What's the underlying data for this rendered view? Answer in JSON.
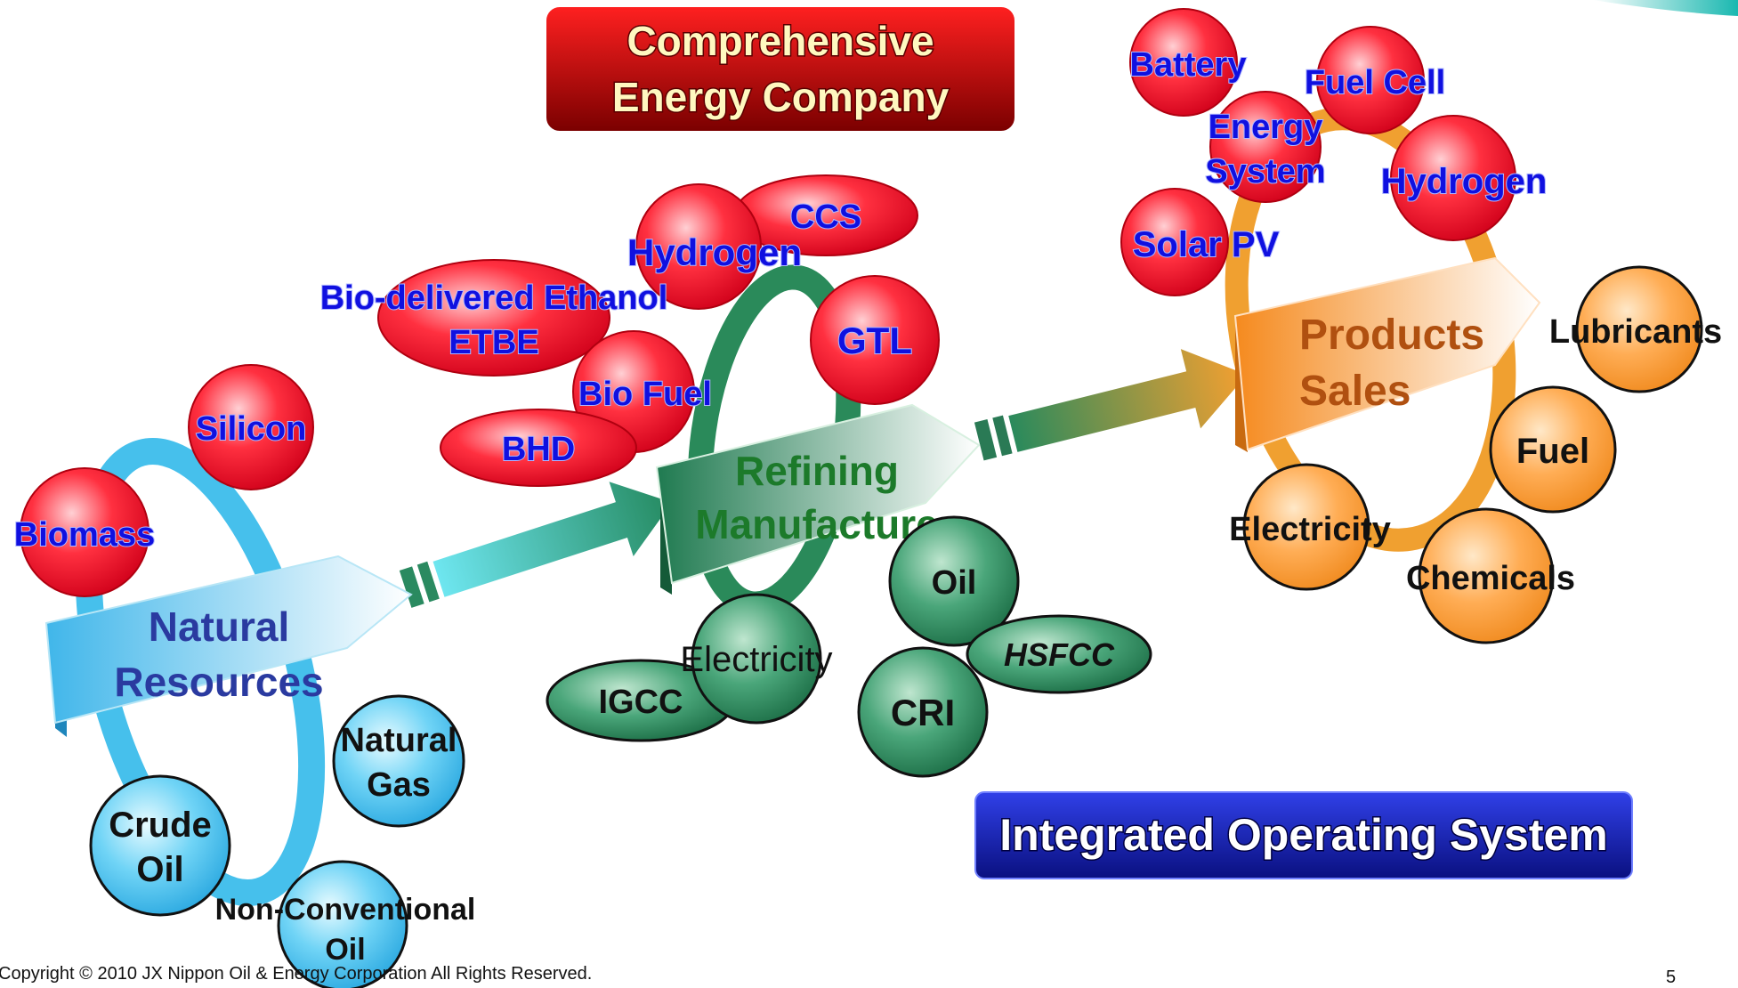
{
  "header": {
    "line1": "Comprehensive",
    "line2": "Energy Company"
  },
  "stages": {
    "natural_resources": {
      "line1": "Natural",
      "line2": "Resources",
      "color": "#3aa0e0"
    },
    "refining": {
      "line1": "Refining",
      "line2": "Manufacture",
      "color": "#1c7a4e"
    },
    "products": {
      "line1": "Products",
      "line2": "Sales",
      "color": "#e07a1a"
    }
  },
  "natural_resources_nodes": {
    "silicon": "Silicon",
    "biomass": "Biomass",
    "natural_gas": {
      "line1": "Natural",
      "line2": "Gas"
    },
    "crude_oil": {
      "line1": "Crude",
      "line2": "Oil"
    },
    "non_conventional": {
      "line1": "Non-Conventional",
      "line2": "Oil"
    }
  },
  "refining_nodes": {
    "ccs": "CCS",
    "hydrogen": "Hydrogen",
    "gtl": "GTL",
    "bio_ethanol": {
      "line1": "Bio-delivered Ethanol",
      "line2": "ETBE"
    },
    "bio_fuel": "Bio Fuel",
    "bhd": "BHD",
    "oil": "Oil",
    "hsfcc": "HSFCC",
    "electricity": "Electricity",
    "igcc": "IGCC",
    "cri": "CRI"
  },
  "sales_nodes": {
    "battery": "Battery",
    "fuel_cell": "Fuel Cell",
    "energy_system": {
      "line1": "Energy",
      "line2": "System"
    },
    "hydrogen": "Hydrogen",
    "solar_pv": "Solar PV",
    "lubricants": "Lubricants",
    "fuel": "Fuel",
    "electricity": "Electricity",
    "chemicals": "Chemicals"
  },
  "integrated_label": "Integrated Operating System",
  "copyright": "Copyright © 2010 JX Nippon Oil & Energy Corporation All Rights Reserved.",
  "page_number": "5",
  "colors": {
    "red_node": "#e8102a",
    "blue_node": "#5cc8f2",
    "green_node": "#2e8a5a",
    "orange_node": "#f5a040",
    "header_box": "#b80000",
    "integrated_box": "#1020a8",
    "node_text_blue": "#1010e0"
  }
}
